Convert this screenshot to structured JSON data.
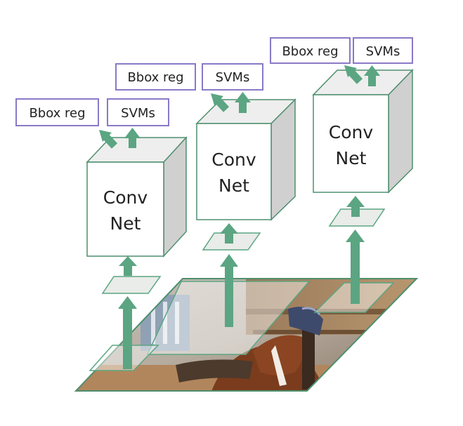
{
  "labels": {
    "bbox_reg": "Bbox reg",
    "svms": "SVMs",
    "conv": "Conv",
    "net": "Net"
  },
  "colors": {
    "box_outline": "#4e8f6e",
    "arrow": "#5ba582",
    "label_border": "#8a79c7",
    "cube_side": "#d0d0d0",
    "cube_top": "#eeeeee"
  }
}
